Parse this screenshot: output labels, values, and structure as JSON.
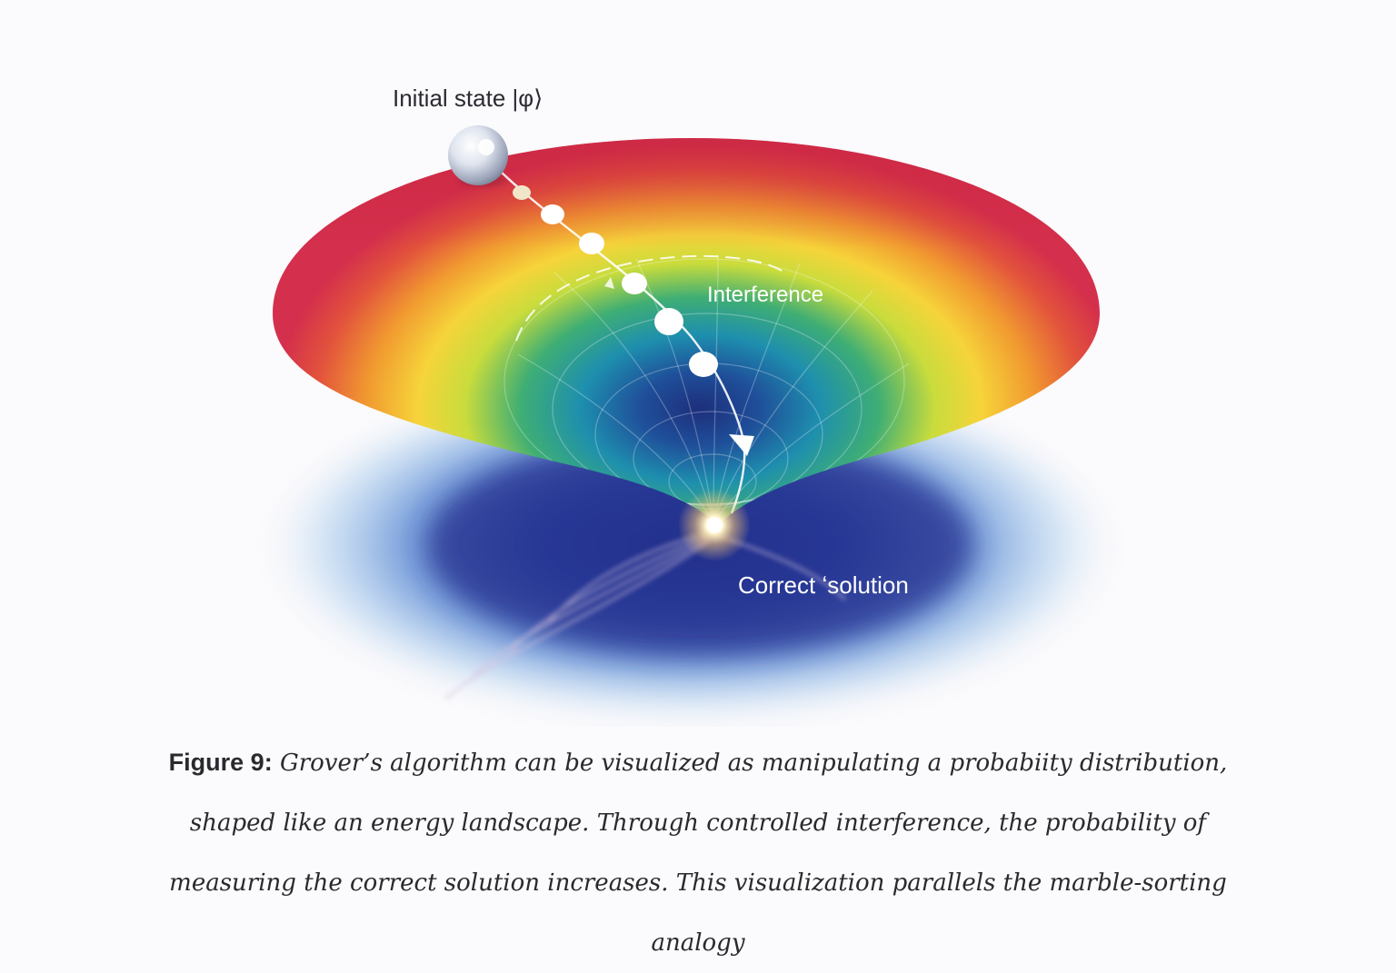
{
  "figure": {
    "labels": {
      "initial_state": "Initial state |φ⟩",
      "interference": "Interference",
      "correct_solution": "Correct ʻsolution"
    },
    "colors": {
      "rim_red": "#d8364a",
      "orange": "#f08a2c",
      "yellow": "#f7d835",
      "green": "#5fbf4a",
      "teal": "#1f93a8",
      "deep_blue": "#24428f",
      "indigo": "#3a3a9a",
      "background": "#fbfafc"
    },
    "icons": {
      "marble": "sphere-icon",
      "glow": "glow-point-icon"
    }
  },
  "caption": {
    "label": "Figure 9:",
    "text": " Grover’s algorithm can be visualized as manipulating a probabiity distribution, shaped like an energy landscape. Through controlled interference, the probability of measuring the correct solution increases. This visualization parallels the marble-sorting analogy"
  }
}
